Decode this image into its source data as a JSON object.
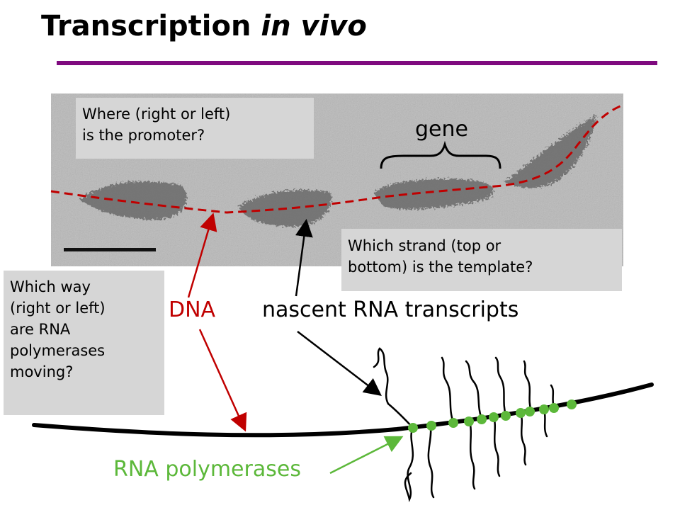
{
  "title": {
    "main": "Transcription",
    "italic": "in vivo"
  },
  "callouts": {
    "promoter": [
      "Where (right or left)",
      "is the promoter?"
    ],
    "template": [
      "Which strand (top or",
      "bottom) is the template?"
    ],
    "moving": [
      "Which way",
      "(right or left)",
      "are RNA",
      "polymerases",
      "moving?"
    ]
  },
  "labels": {
    "gene": "gene",
    "dna": "DNA",
    "nascent": "nascent RNA transcripts",
    "polymerases": "RNA polymerases"
  },
  "colors": {
    "title_rule": "#7f0a7f",
    "dna_label": "#c00000",
    "dna_dashed_line": "#c00000",
    "polymerase": "#5cb83a",
    "callout_bg": "#d6d6d6"
  }
}
